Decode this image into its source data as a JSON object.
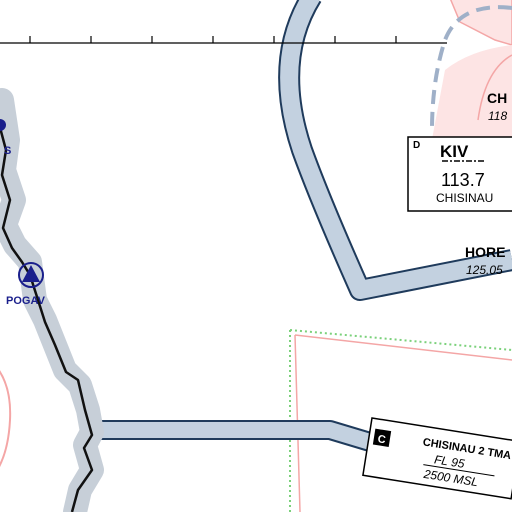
{
  "colors": {
    "background": "#ffffff",
    "ctr_band": "#c3d1e0",
    "ctr_edge": "#1f3b5c",
    "border_halo": "#c7cfd8",
    "border_line": "#000000",
    "waypoint_blue": "#1a1f8c",
    "restricted_pink": "#f4a6a6",
    "restricted_fill": "#fde4e4",
    "dashed_ring": "#9fb0c8",
    "green_dotted": "#7bd17b"
  },
  "vor": {
    "corner_letter": "D",
    "ident": "KIV",
    "frequency": "113.7",
    "name": "CHISINAU"
  },
  "airspace_labels": {
    "chi_name": "CH",
    "chi_freq": "118",
    "hore_name": "HORE",
    "hore_freq": "125.05"
  },
  "waypoints": {
    "partial_label": "S",
    "pogav": "POGAV"
  },
  "tma": {
    "class_letter": "C",
    "name": "CHISINAU 2 TMA",
    "upper": "FL 95",
    "lower": "2500 MSL"
  }
}
